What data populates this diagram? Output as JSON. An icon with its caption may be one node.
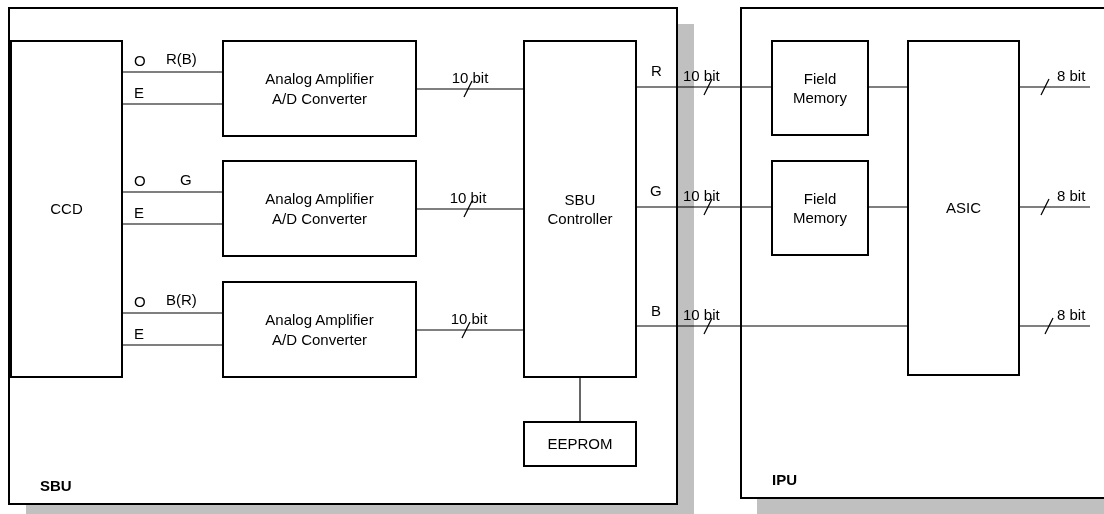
{
  "diagram": {
    "nodes": [
      {
        "text": [
          "SBU"
        ]
      },
      {
        "text": [
          "CCD"
        ],
        "in": 0
      },
      {
        "text": [
          "Analog Amplifier A/D Converter"
        ],
        "in": 0
      },
      {
        "text": [
          "Analog Amplifier A/D Converter"
        ],
        "in": 0
      },
      {
        "text": [
          "Analog Amplifier A/D Converter"
        ],
        "in": 0
      },
      {
        "text": [
          "SBU Controller"
        ],
        "in": 0
      },
      {
        "text": [
          "EEPROM"
        ],
        "in": 0
      },
      {
        "text": [
          "IPU"
        ]
      },
      {
        "text": [
          "Field Memory"
        ],
        "in": 7
      },
      {
        "text": [
          "Field Memory"
        ],
        "in": 7
      },
      {
        "text": [
          "ASIC"
        ],
        "in": 7
      }
    ],
    "edges": [
      {
        "from": 1,
        "to": 2,
        "arrow": "none",
        "label": "O"
      },
      {
        "from": 1,
        "to": 2,
        "arrow": "none",
        "label": "E"
      },
      {
        "from": 1,
        "to": 3,
        "arrow": "none",
        "label": "O"
      },
      {
        "from": 1,
        "to": 3,
        "arrow": "none",
        "label": "E"
      },
      {
        "from": 1,
        "to": 4,
        "arrow": "none",
        "label": "O"
      },
      {
        "from": 1,
        "to": 4,
        "arrow": "none",
        "label": "E"
      },
      {
        "from": 2,
        "to": 5,
        "arrow": "none",
        "label": "10 bit"
      },
      {
        "from": 3,
        "to": 5,
        "arrow": "none",
        "label": "10 bit"
      },
      {
        "from": 4,
        "to": 5,
        "arrow": "none",
        "label": "10 bit"
      },
      {
        "from": 5,
        "to": 8,
        "arrow": "none",
        "label": "10 bit"
      },
      {
        "from": 5,
        "to": 9,
        "arrow": "none",
        "label": "10 bit"
      },
      {
        "from": 5,
        "to": 10,
        "arrow": "none",
        "label": "10 bit"
      },
      {
        "from": 8,
        "to": 10,
        "arrow": "none"
      },
      {
        "from": 9,
        "to": 10,
        "arrow": "none"
      },
      {
        "from": 5,
        "to": 6,
        "arrow": "none"
      },
      {
        "from": 10,
        "to": null,
        "arrow": "none",
        "label": "8 bit"
      },
      {
        "from": 10,
        "to": null,
        "arrow": "none",
        "label": "8 bit"
      },
      {
        "from": 10,
        "to": null,
        "arrow": "none",
        "label": "8 bit"
      }
    ],
    "labels": [
      "R(B)",
      "R",
      "G",
      "G",
      "B(R)",
      "B"
    ]
  }
}
